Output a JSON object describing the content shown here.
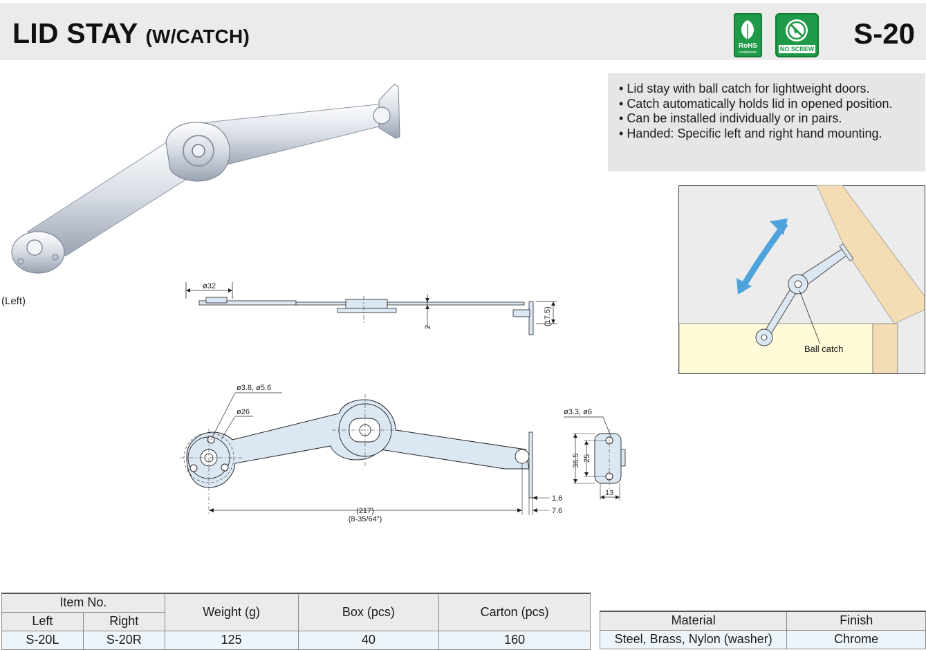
{
  "header": {
    "title_main": "LID STAY",
    "title_sub": "(W/CATCH)",
    "model": "S-20",
    "badges": {
      "rohs_label": "RoHS",
      "rohs_sub": "compliance",
      "no_screw_label": "NO SCREW"
    }
  },
  "features": [
    "Lid stay with ball catch for lightweight doors.",
    "Catch automatically holds lid in opened position.",
    "Can be installed individually or in pairs.",
    "Handed: Specific left and right hand mounting."
  ],
  "photo_caption": "(Left)",
  "diagram": {
    "side_view": {
      "dia_32": "ø32",
      "thickness_2": "2",
      "height_17_5": "(17.5)"
    },
    "top_view": {
      "holes_label": "ø3.8, ø5.6",
      "dia_26": "ø26",
      "length_mm": "(217)",
      "length_in": "(8-35/64\")",
      "dim_1_6": "1.6",
      "dim_7_6": "7.6"
    },
    "bracket_view": {
      "holes_label": "ø3.3, ø6",
      "dim_36_5": "36.5",
      "dim_25": "25",
      "dim_13": "13"
    },
    "installation": {
      "callout": "Ball catch"
    }
  },
  "spec_table": {
    "headers": {
      "item_no": "Item No.",
      "left": "Left",
      "right": "Right",
      "weight": "Weight (g)",
      "box": "Box (pcs)",
      "carton": "Carton (pcs)"
    },
    "rows": [
      {
        "left": "S-20L",
        "right": "S-20R",
        "weight": "125",
        "box": "40",
        "carton": "160"
      }
    ]
  },
  "material_table": {
    "headers": {
      "material": "Material",
      "finish": "Finish"
    },
    "rows": [
      {
        "material": "Steel, Brass, Nylon (washer)",
        "finish": "Chrome"
      }
    ]
  },
  "colors": {
    "header_bg": "#ebebeb",
    "badge_green": "#1f9a48",
    "part_fill": "#dbe7f3",
    "arrow_blue": "#4fa3dc",
    "wood": "#f4dcb4",
    "cabinet": "#fffbd9"
  }
}
